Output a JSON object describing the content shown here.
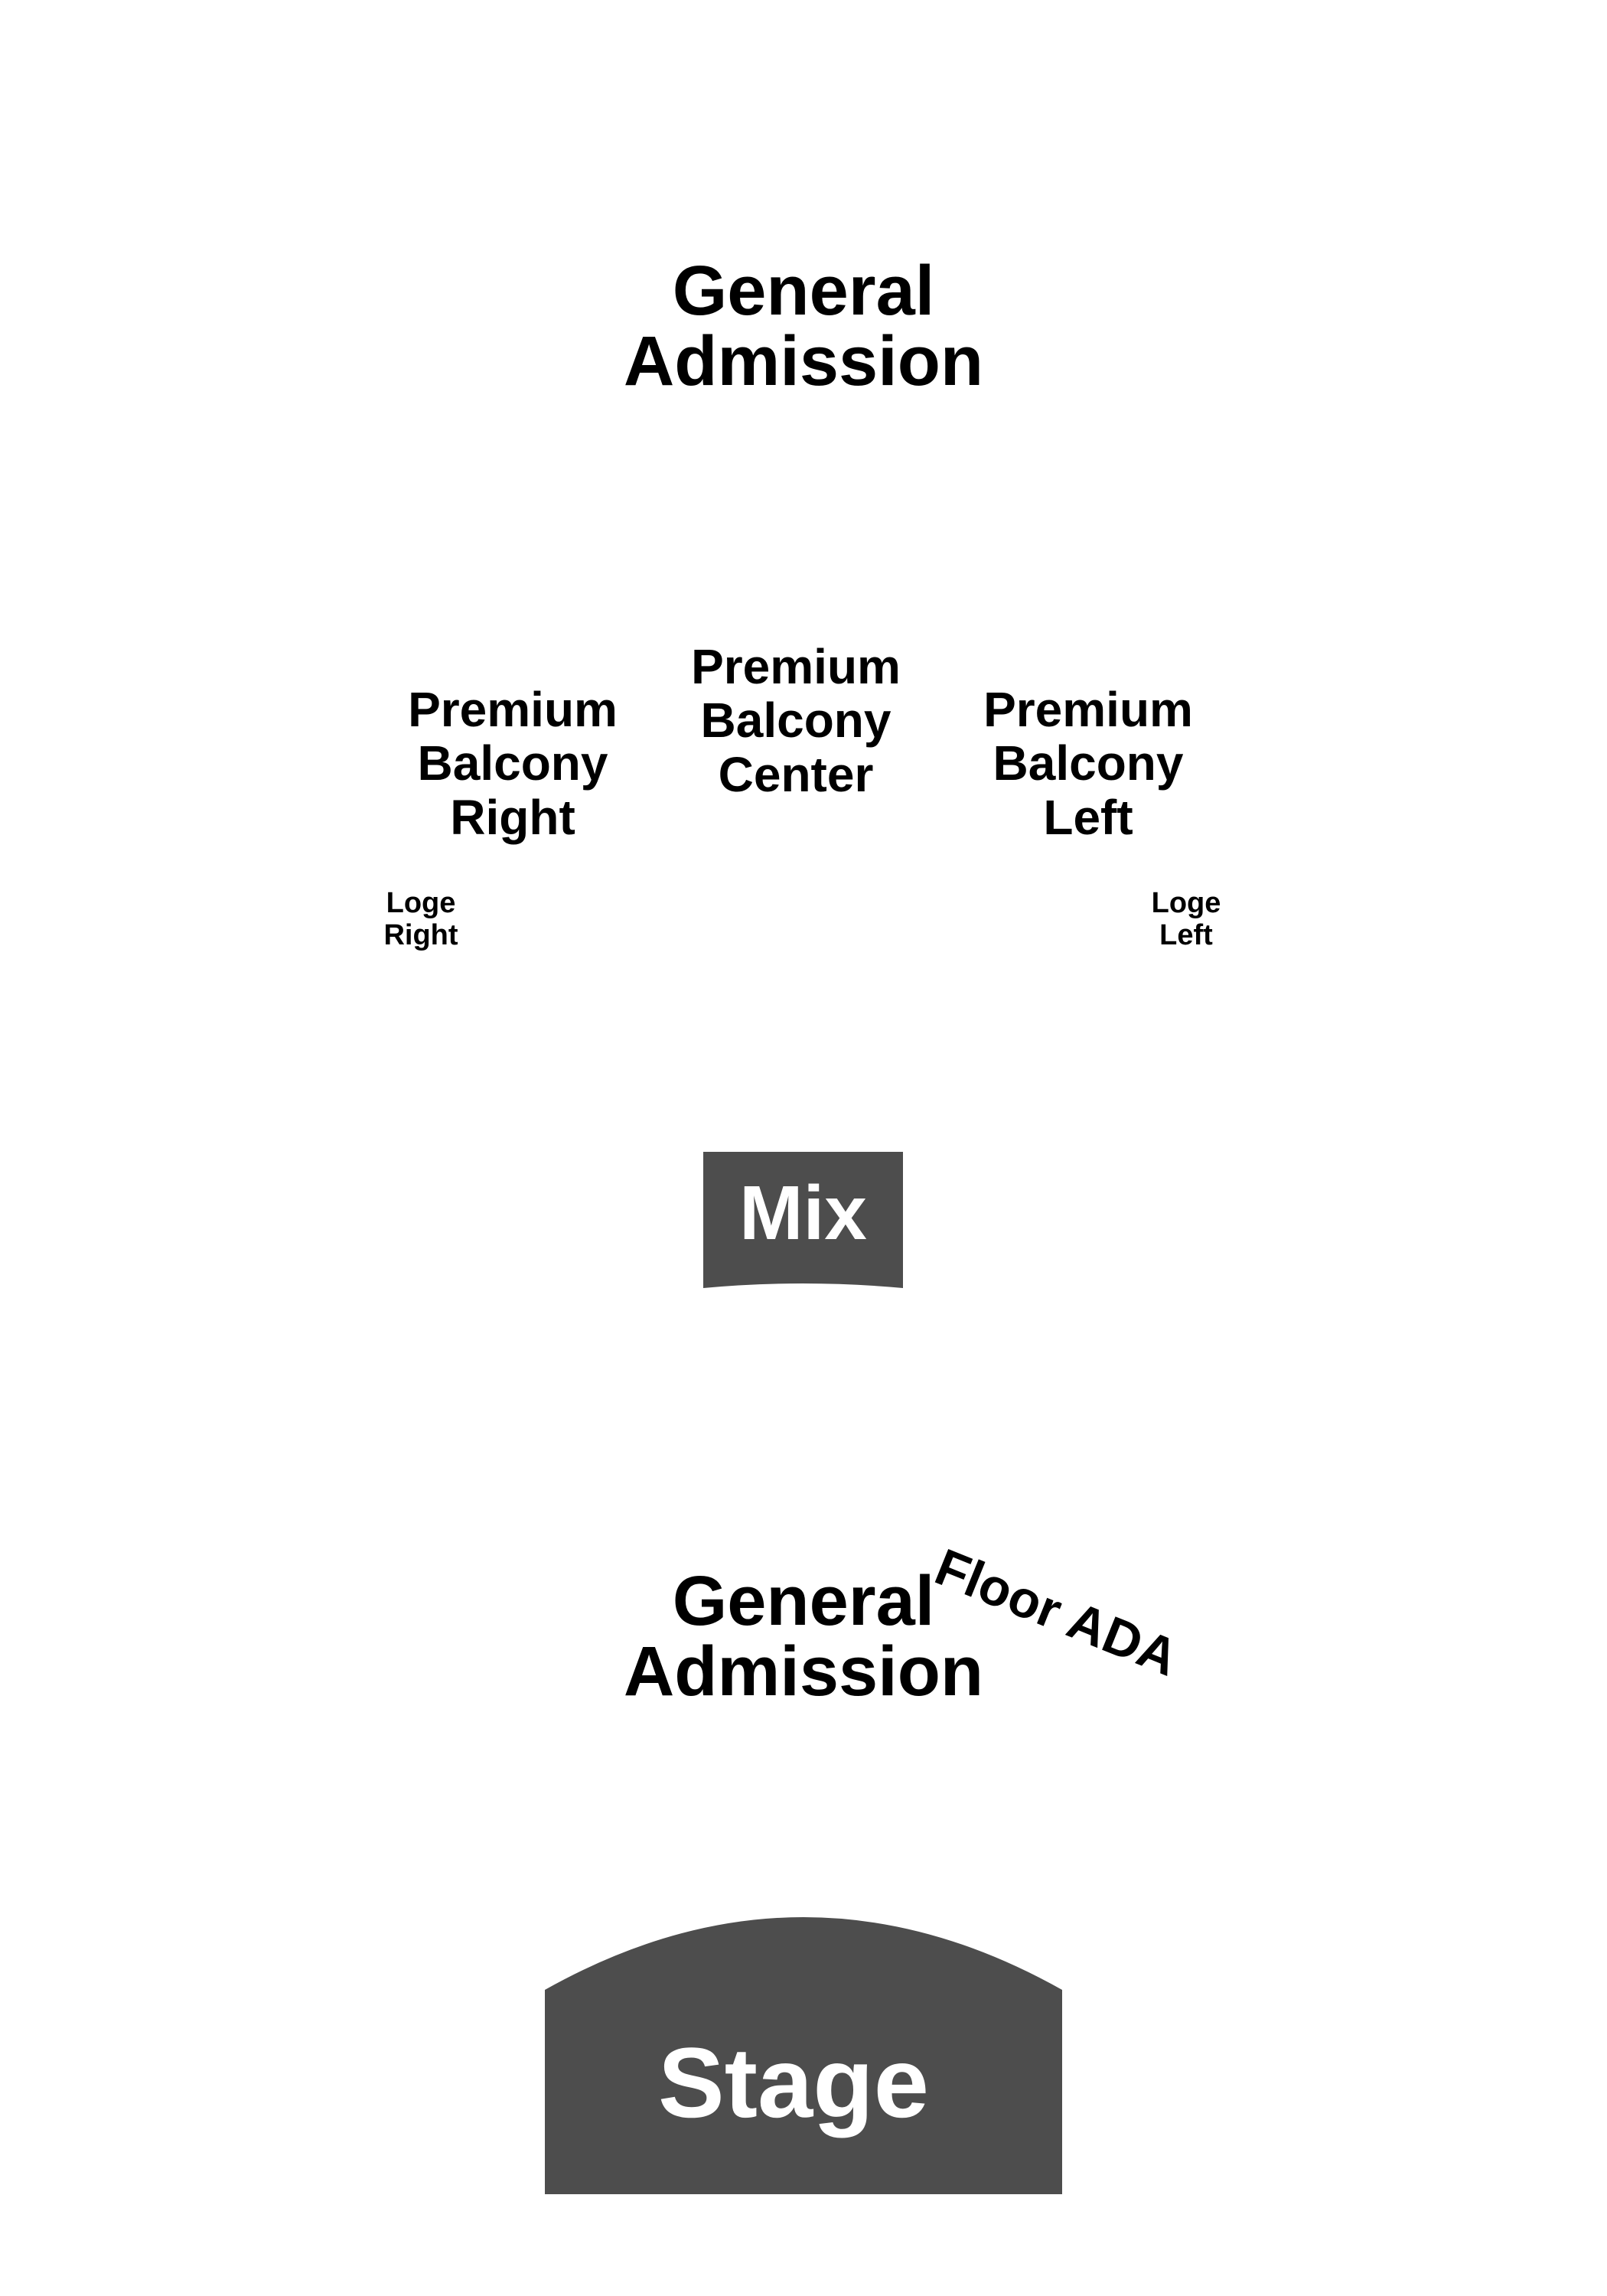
{
  "map": {
    "colors": {
      "block_fill": "#4d4d4d",
      "block_text": "#ffffff",
      "label_text": "#000000",
      "background": "#ffffff"
    },
    "sections": {
      "general_admission_upper": {
        "line1": "General",
        "line2": "Admission"
      },
      "premium_balcony_right": {
        "line1": "Premium",
        "line2": "Balcony",
        "line3": "Right"
      },
      "premium_balcony_center": {
        "line1": "Premium",
        "line2": "Balcony",
        "line3": "Center"
      },
      "premium_balcony_left": {
        "line1": "Premium",
        "line2": "Balcony",
        "line3": "Left"
      },
      "loge_right": {
        "line1": "Loge",
        "line2": "Right"
      },
      "loge_left": {
        "line1": "Loge",
        "line2": "Left"
      },
      "general_admission_floor": {
        "line1": "General",
        "line2": "Admission"
      },
      "floor_ada": {
        "label": "Floor ADA"
      }
    },
    "mix": {
      "label": "Mix"
    },
    "stage": {
      "label": "Stage"
    }
  }
}
